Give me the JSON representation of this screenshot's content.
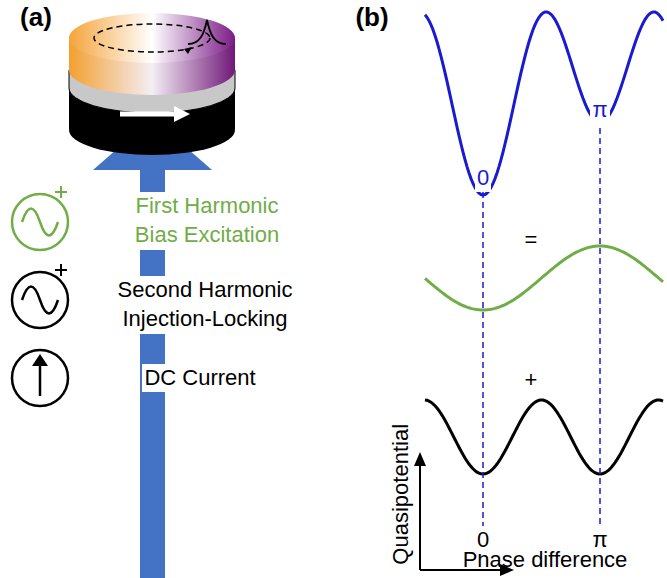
{
  "diagram": {
    "labels": [
      "(a)",
      "(b)",
      "First Harmonic Bias Excitation",
      "Second Harmonic Injection-Locking",
      "DC Current",
      "0",
      "π",
      "=",
      "+",
      "Quasipotential",
      "Phase difference",
      "0",
      "π"
    ]
  }
}
